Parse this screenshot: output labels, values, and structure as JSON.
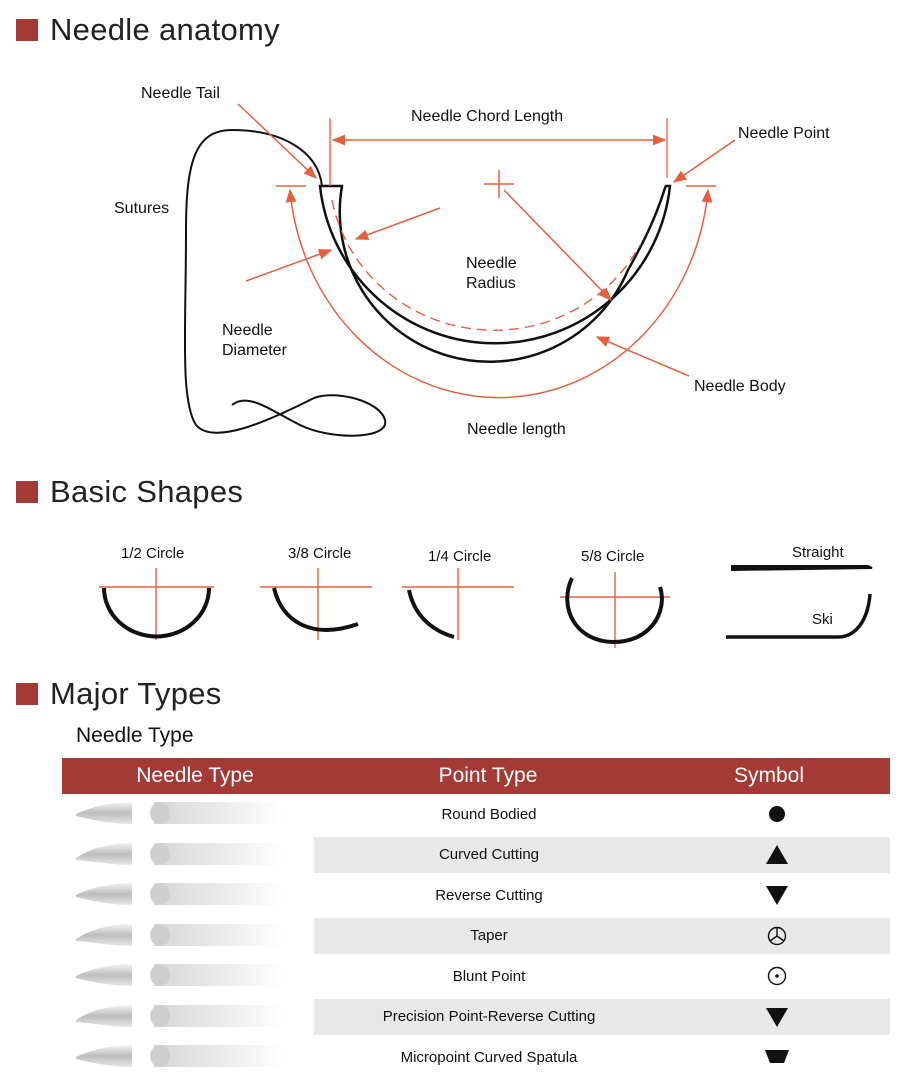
{
  "sections": {
    "anatomy": "Needle anatomy",
    "shapes": "Basic Shapes",
    "types": "Major Types"
  },
  "anatomy_labels": {
    "tail": "Needle Tail",
    "chord": "Needle Chord Length",
    "point": "Needle Point",
    "sutures": "Sutures",
    "radius_1": "Needle",
    "radius_2": "Radius",
    "diameter_1": "Needle",
    "diameter_2": "Diameter",
    "body": "Needle Body",
    "length": "Needle length"
  },
  "shapes": [
    "1/2 Circle",
    "3/8 Circle",
    "1/4 Circle",
    "5/8 Circle",
    "Straight",
    "Ski"
  ],
  "table": {
    "subtitle": "Needle Type",
    "headers": [
      "Needle Type",
      "Point Type",
      "Symbol"
    ],
    "rows": [
      {
        "point": "Round Bodied",
        "symbol": "filled-circle-icon"
      },
      {
        "point": "Curved Cutting",
        "symbol": "triangle-up-icon"
      },
      {
        "point": "Reverse Cutting",
        "symbol": "triangle-down-icon"
      },
      {
        "point": "Taper",
        "symbol": "peace-circle-icon"
      },
      {
        "point": "Blunt Point",
        "symbol": "dot-circle-icon"
      },
      {
        "point": "Precision Point-Reverse Cutting",
        "symbol": "triangle-down-icon"
      },
      {
        "point": "Micropoint Curved Spatula",
        "symbol": "trapezoid-icon"
      }
    ]
  },
  "colors": {
    "accent": "#a33a36",
    "annotation": "#e5603f",
    "shade": "#e8e8e8"
  }
}
